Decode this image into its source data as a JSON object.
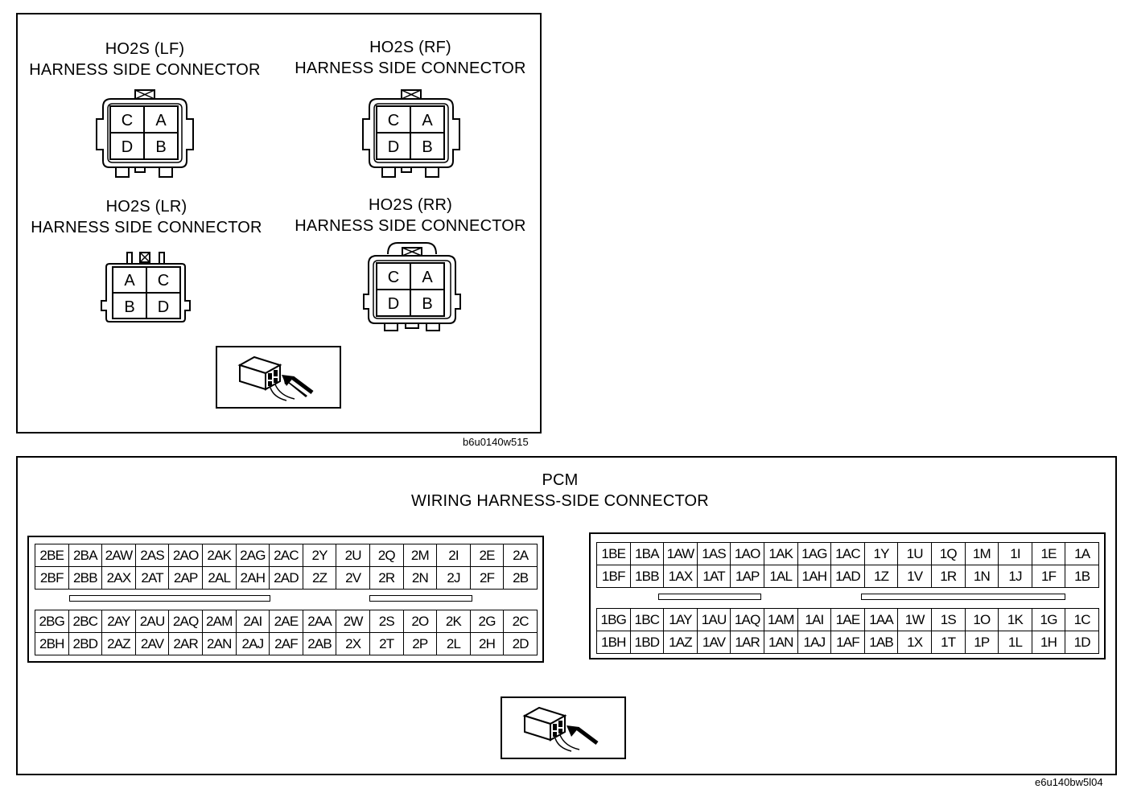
{
  "o2_panel": {
    "connectors": [
      {
        "title1": "HO2S (LF)",
        "title2": "HARNESS SIDE CONNECTOR",
        "pins": [
          "C",
          "A",
          "D",
          "B"
        ]
      },
      {
        "title1": "HO2S (RF)",
        "title2": "HARNESS SIDE CONNECTOR",
        "pins": [
          "C",
          "A",
          "D",
          "B"
        ]
      },
      {
        "title1": "HO2S (LR)",
        "title2": "HARNESS SIDE CONNECTOR",
        "pins": [
          "A",
          "C",
          "B",
          "D"
        ]
      },
      {
        "title1": "HO2S (RR)",
        "title2": "HARNESS SIDE CONNECTOR",
        "pins": [
          "C",
          "A",
          "D",
          "B"
        ]
      }
    ],
    "figure_id": "b6u0140w515"
  },
  "pcm_panel": {
    "title1": "PCM",
    "title2": "WIRING HARNESS-SIDE CONNECTOR",
    "figure_id": "e6u140bw5l04",
    "connector2": {
      "top_rows": [
        [
          "2BE",
          "2BA",
          "2AW",
          "2AS",
          "2AO",
          "2AK",
          "2AG",
          "2AC",
          "2Y",
          "2U",
          "2Q",
          "2M",
          "2I",
          "2E",
          "2A"
        ],
        [
          "2BF",
          "2BB",
          "2AX",
          "2AT",
          "2AP",
          "2AL",
          "2AH",
          "2AD",
          "2Z",
          "2V",
          "2R",
          "2N",
          "2J",
          "2F",
          "2B"
        ]
      ],
      "bottom_rows": [
        [
          "2BG",
          "2BC",
          "2AY",
          "2AU",
          "2AQ",
          "2AM",
          "2AI",
          "2AE",
          "2AA",
          "2W",
          "2S",
          "2O",
          "2K",
          "2G",
          "2C"
        ],
        [
          "2BH",
          "2BD",
          "2AZ",
          "2AV",
          "2AR",
          "2AN",
          "2AJ",
          "2AF",
          "2AB",
          "2X",
          "2T",
          "2P",
          "2L",
          "2H",
          "2D"
        ]
      ]
    },
    "connector1": {
      "top_rows": [
        [
          "1BE",
          "1BA",
          "1AW",
          "1AS",
          "1AO",
          "1AK",
          "1AG",
          "1AC",
          "1Y",
          "1U",
          "1Q",
          "1M",
          "1I",
          "1E",
          "1A"
        ],
        [
          "1BF",
          "1BB",
          "1AX",
          "1AT",
          "1AP",
          "1AL",
          "1AH",
          "1AD",
          "1Z",
          "1V",
          "1R",
          "1N",
          "1J",
          "1F",
          "1B"
        ]
      ],
      "bottom_rows": [
        [
          "1BG",
          "1BC",
          "1AY",
          "1AU",
          "1AQ",
          "1AM",
          "1AI",
          "1AE",
          "1AA",
          "1W",
          "1S",
          "1O",
          "1K",
          "1G",
          "1C"
        ],
        [
          "1BH",
          "1BD",
          "1AZ",
          "1AV",
          "1AR",
          "1AN",
          "1AJ",
          "1AF",
          "1AB",
          "1X",
          "1T",
          "1P",
          "1L",
          "1H",
          "1D"
        ]
      ]
    }
  }
}
